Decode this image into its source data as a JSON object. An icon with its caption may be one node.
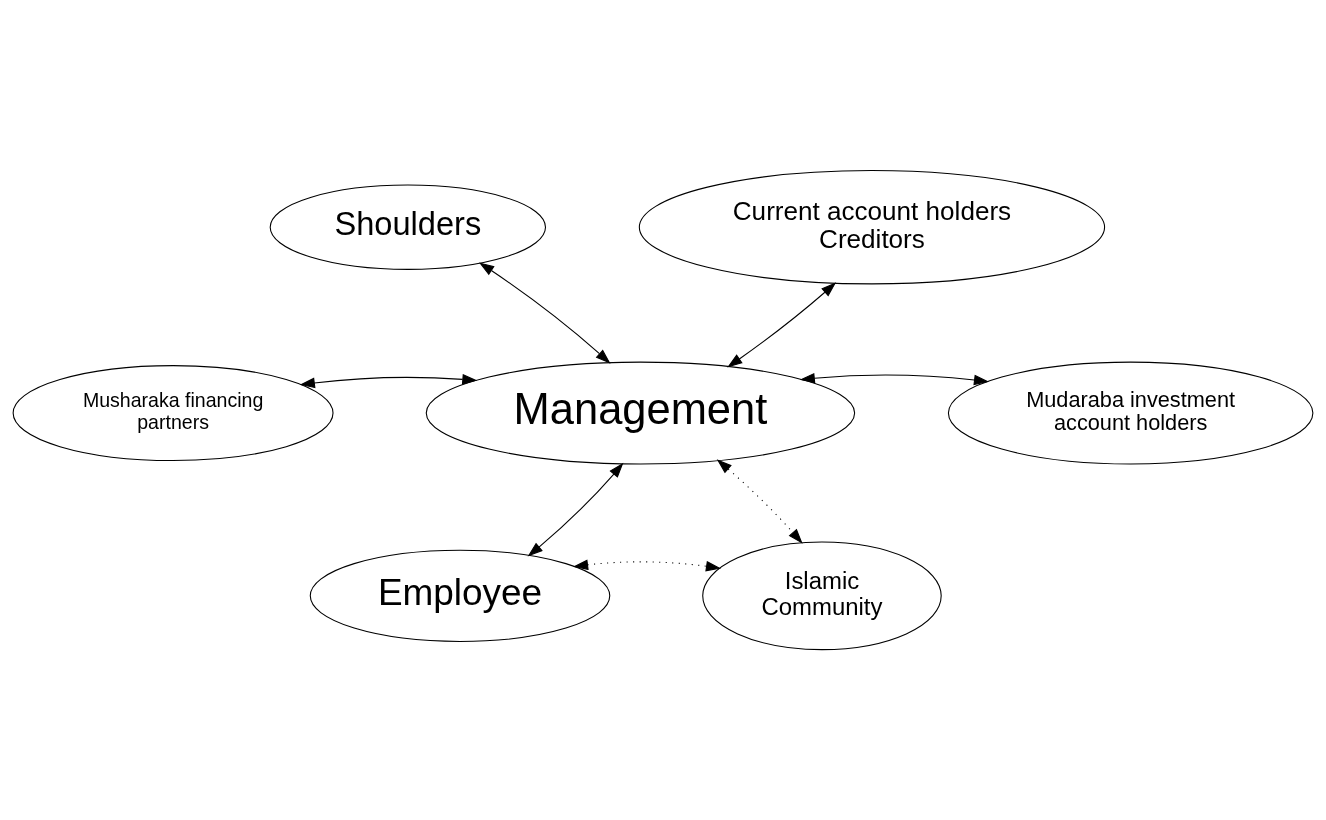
{
  "diagram": {
    "nodes": [
      {
        "text": [
          "Shoulders"
        ]
      },
      {
        "text": [
          "Current account holders",
          "Creditors"
        ]
      },
      {
        "text": [
          "Musharaka financing partners"
        ]
      },
      {
        "text": [
          "Management"
        ]
      },
      {
        "text": [
          "Mudaraba investment account holders"
        ]
      },
      {
        "text": [
          "Employee"
        ]
      },
      {
        "text": [
          "Islamic Community"
        ]
      }
    ],
    "edges": [
      {
        "from": 0,
        "to": 3,
        "arrow": "both"
      },
      {
        "from": 1,
        "to": 3,
        "arrow": "both"
      },
      {
        "from": 2,
        "to": 3,
        "arrow": "both"
      },
      {
        "from": 3,
        "to": 4,
        "arrow": "both"
      },
      {
        "from": 5,
        "to": 3,
        "arrow": "both"
      },
      {
        "from": 3,
        "to": 6,
        "arrow": "both",
        "style": "dashed"
      },
      {
        "from": 5,
        "to": 6,
        "arrow": "both",
        "style": "dashed"
      }
    ]
  }
}
